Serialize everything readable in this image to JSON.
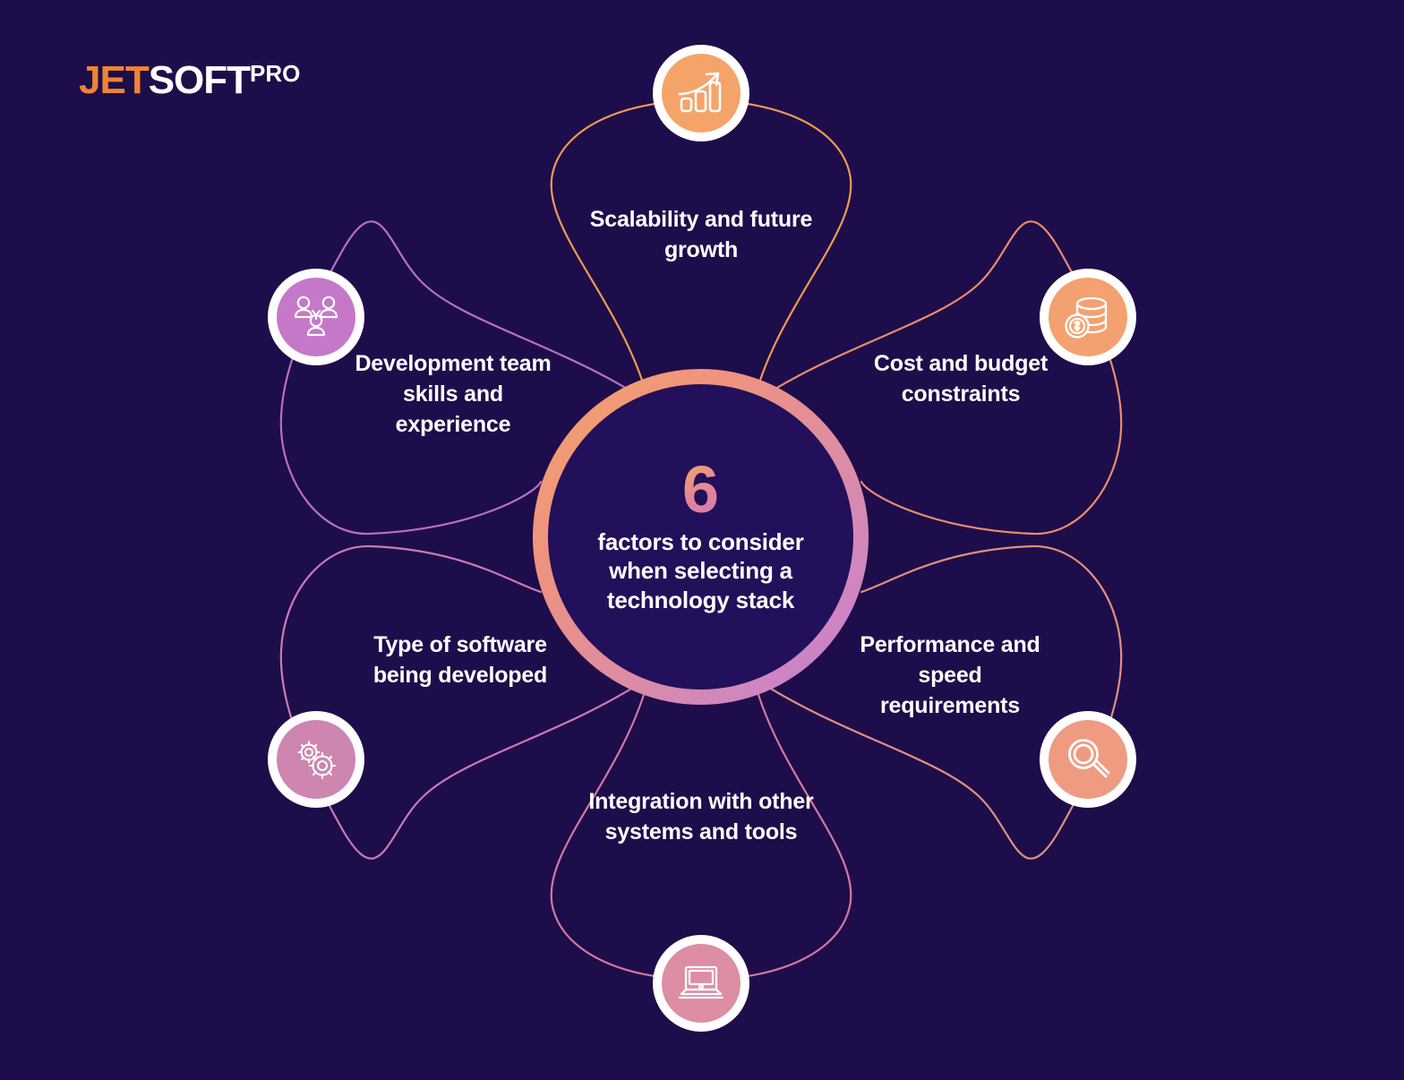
{
  "brand": {
    "part1": "JET",
    "part2": "SOFT",
    "part3": "PRO"
  },
  "theme": {
    "background": "#1e0d4b",
    "center_fill": "#23105a",
    "ring_start": "#f4a468",
    "ring_end": "#c47ad6",
    "text": "#ffffff",
    "accent_orange": "#ef8434"
  },
  "center": {
    "number": "6",
    "caption": "factors to consider when selecting a technology stack"
  },
  "factors": [
    {
      "id": "scalability",
      "label": "Scalability and future growth",
      "icon": "growth-chart-icon",
      "color": "#f4a469",
      "line_color": "#ef9a52"
    },
    {
      "id": "cost",
      "label": "Cost and budget constraints",
      "icon": "coins-icon",
      "color": "#f3a170",
      "line_color": "#e98d6d"
    },
    {
      "id": "performance",
      "label": "Performance and speed requirements",
      "icon": "magnifier-icon",
      "color": "#ee9b82",
      "line_color": "#e09081"
    },
    {
      "id": "integration",
      "label": "Integration with other systems and tools",
      "icon": "laptop-icon",
      "color": "#dd8da4",
      "line_color": "#d4789e"
    },
    {
      "id": "software-type",
      "label": "Type of software being developed",
      "icon": "gears-icon",
      "color": "#ce85b0",
      "line_color": "#cb7ab2"
    },
    {
      "id": "team-skills",
      "label": "Development team skills and experience",
      "icon": "team-icon",
      "color": "#c578c7",
      "line_color": "#b96fc3"
    }
  ]
}
